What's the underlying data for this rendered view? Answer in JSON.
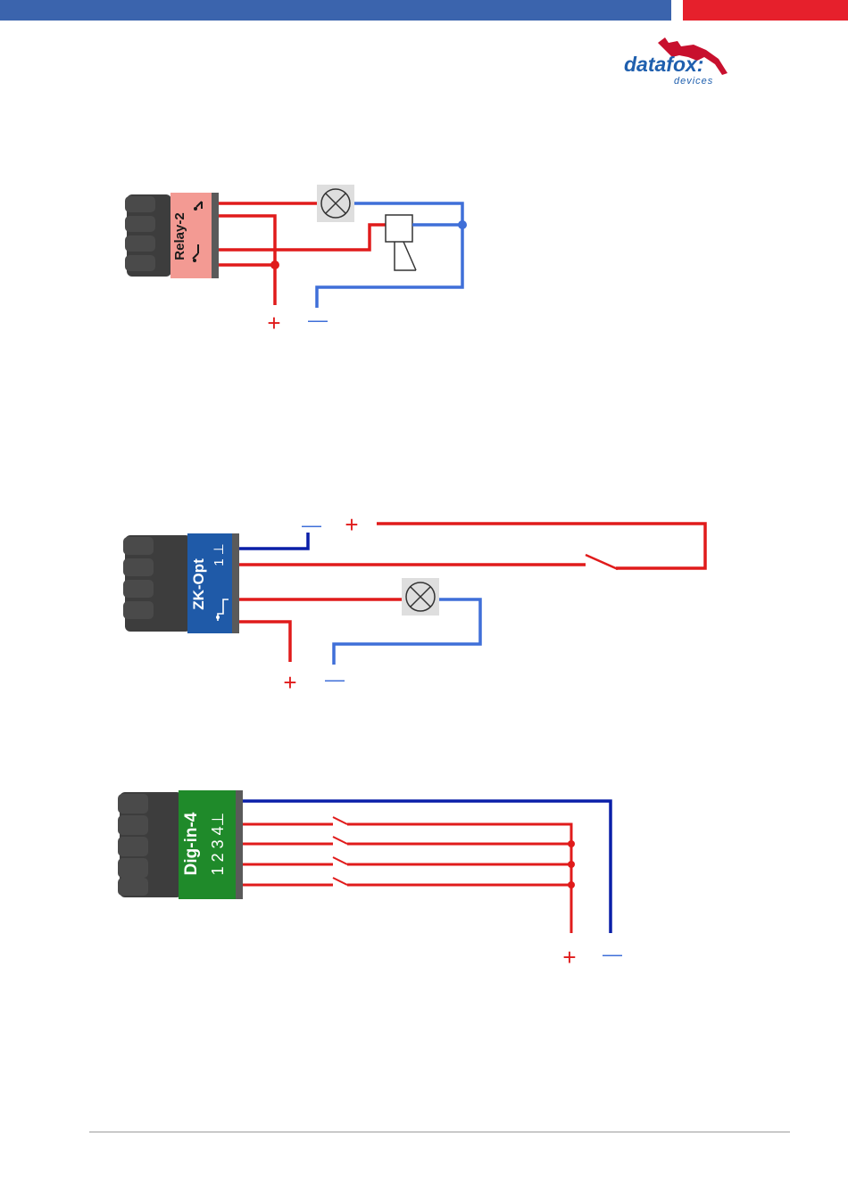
{
  "header": {
    "blue": "#3b64ad",
    "red": "#e6202c"
  },
  "logo": {
    "brand": "datafox:",
    "sub": "devices",
    "brand_color": "#1f5fae",
    "accent": "#c8102e"
  },
  "colors": {
    "positive": "#e01b1b",
    "negative": "#3f6fd8",
    "negative_dark": "#0a1fa8"
  },
  "relay": {
    "label": "Relay-2",
    "plus": "+",
    "minus": "—"
  },
  "zk": {
    "label": "ZK-Opt",
    "pins": "1 ⊥",
    "plus_top": "+",
    "minus_top": "—",
    "plus": "+",
    "minus": "—"
  },
  "digin": {
    "label": "Dig-in-4",
    "pins": "1 2 3 4⊥",
    "plus": "+",
    "minus": "—"
  }
}
